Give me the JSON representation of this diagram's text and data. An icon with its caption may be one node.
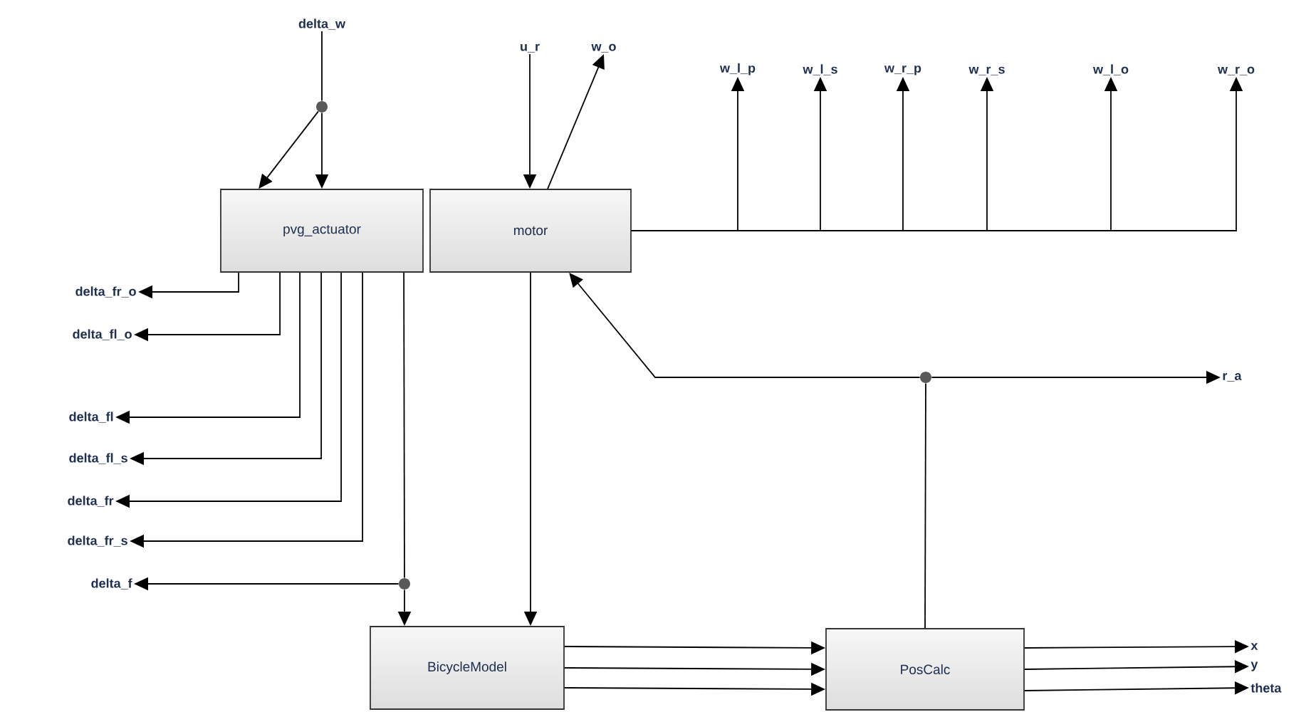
{
  "diagram": {
    "nodes": [
      {
        "text": [
          "pvg_actuator"
        ]
      },
      {
        "text": [
          "motor"
        ]
      },
      {
        "text": [
          "BicycleModel"
        ]
      },
      {
        "text": [
          "PosCalc"
        ]
      },
      {
        "text": [
          "delta_w"
        ]
      },
      {
        "text": [
          "u_r"
        ]
      },
      {
        "text": [
          "w_o"
        ]
      },
      {
        "text": [
          "w_l_p"
        ]
      },
      {
        "text": [
          "w_l_s"
        ]
      },
      {
        "text": [
          "w_r_p"
        ]
      },
      {
        "text": [
          "w_r_s"
        ]
      },
      {
        "text": [
          "w_l_o"
        ]
      },
      {
        "text": [
          "w_r_o"
        ]
      },
      {
        "text": [
          "delta_fr_o"
        ]
      },
      {
        "text": [
          "delta_fl_o"
        ]
      },
      {
        "text": [
          "delta_fl"
        ]
      },
      {
        "text": [
          "delta_fl_s"
        ]
      },
      {
        "text": [
          "delta_fr"
        ]
      },
      {
        "text": [
          "delta_fr_s"
        ]
      },
      {
        "text": [
          "delta_f"
        ]
      },
      {
        "text": [
          "r_a"
        ]
      },
      {
        "text": [
          "x"
        ]
      },
      {
        "text": [
          "y"
        ]
      },
      {
        "text": [
          "theta"
        ]
      },
      {
        "text": [],
        "shape": "circle"
      },
      {
        "text": [],
        "shape": "circle"
      },
      {
        "text": [],
        "shape": "circle"
      }
    ],
    "edges": [
      {
        "from": 4,
        "to": 24,
        "arrow": "none"
      },
      {
        "from": 24,
        "to": 0,
        "arrow": "to"
      },
      {
        "from": 24,
        "to": 0,
        "arrow": "to"
      },
      {
        "from": 5,
        "to": 1,
        "arrow": "to"
      },
      {
        "from": 1,
        "to": 6,
        "arrow": "to"
      },
      {
        "from": 1,
        "to": 7,
        "arrow": "to"
      },
      {
        "from": 1,
        "to": 8,
        "arrow": "to"
      },
      {
        "from": 1,
        "to": 9,
        "arrow": "to"
      },
      {
        "from": 1,
        "to": 10,
        "arrow": "to"
      },
      {
        "from": 1,
        "to": 11,
        "arrow": "to"
      },
      {
        "from": 1,
        "to": 12,
        "arrow": "to"
      },
      {
        "from": 0,
        "to": 13,
        "arrow": "to"
      },
      {
        "from": 0,
        "to": 14,
        "arrow": "to"
      },
      {
        "from": 0,
        "to": 15,
        "arrow": "to"
      },
      {
        "from": 0,
        "to": 16,
        "arrow": "to"
      },
      {
        "from": 0,
        "to": 17,
        "arrow": "to"
      },
      {
        "from": 0,
        "to": 18,
        "arrow": "to"
      },
      {
        "from": 0,
        "to": 25,
        "arrow": "none"
      },
      {
        "from": 25,
        "to": 2,
        "arrow": "to"
      },
      {
        "from": 25,
        "to": 19,
        "arrow": "to"
      },
      {
        "from": 1,
        "to": 2,
        "arrow": "to"
      },
      {
        "from": 3,
        "to": 26,
        "arrow": "none"
      },
      {
        "from": 26,
        "to": 20,
        "arrow": "to"
      },
      {
        "from": 26,
        "to": 1,
        "arrow": "to"
      },
      {
        "from": 2,
        "to": 3,
        "arrow": "to"
      },
      {
        "from": 2,
        "to": 3,
        "arrow": "to"
      },
      {
        "from": 2,
        "to": 3,
        "arrow": "to"
      },
      {
        "from": 3,
        "to": 21,
        "arrow": "to"
      },
      {
        "from": 3,
        "to": 22,
        "arrow": "to"
      },
      {
        "from": 3,
        "to": 23,
        "arrow": "to"
      }
    ]
  }
}
